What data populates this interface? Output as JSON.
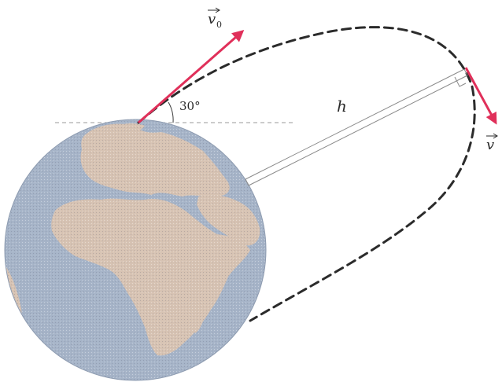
{
  "labels": {
    "v0_symbol": "v",
    "v0_subscript": "0",
    "angle": "30°",
    "height": "h",
    "v_symbol": "v"
  },
  "colors": {
    "vector": "#e0305a",
    "ocean": "#a6b4c8",
    "land": "#d7c3b3",
    "orbit": "#2b2b2b",
    "guide": "#9a9a9a"
  }
}
